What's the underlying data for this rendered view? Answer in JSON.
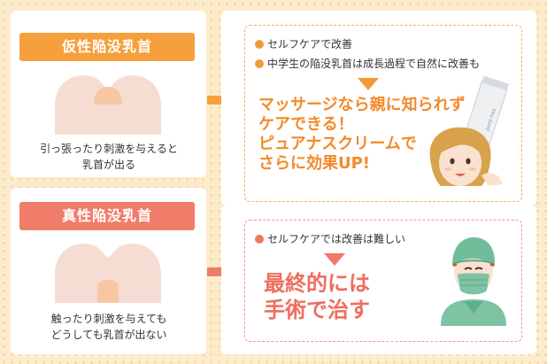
{
  "colors": {
    "background": "#fdeccc",
    "card": "#ffffff",
    "orange": "#f5a03c",
    "coral": "#f07d6a",
    "dash_orange": "#f2b06a",
    "dash_coral": "#f2998a",
    "bullet_orange": "#f29a3a",
    "bullet_coral": "#ef7a66",
    "text_orange": "#f28a2a",
    "text_coral": "#ef6e5e",
    "skin": "#f6ddd3",
    "nipple": "#f7c7a4"
  },
  "top": {
    "heading": "仮性陥没乳首",
    "caption_lines": [
      "引っ張ったり刺激を与えると",
      "乳首が出る"
    ],
    "bullets": [
      "セルフケアで改善",
      "中学生の陥没乳首は成長過程で自然に改善も"
    ],
    "message_lines": [
      "マッサージなら親に知られず",
      "ケアできる！",
      "ピュアナスクリームで",
      "さらに効果UP!"
    ],
    "tube_label": "pure nas"
  },
  "bottom": {
    "heading": "真性陥没乳首",
    "caption_lines": [
      "触ったり刺激を与えても",
      "どうしても乳首が出ない"
    ],
    "bullets": [
      "セルフケアでは改善は難しい"
    ],
    "message_lines": [
      "最終的には",
      "手術で治す"
    ]
  },
  "icons": {
    "arrow": "arrow-right-icon",
    "down": "triangle-down-icon",
    "bullet": "circle-bullet-icon"
  }
}
